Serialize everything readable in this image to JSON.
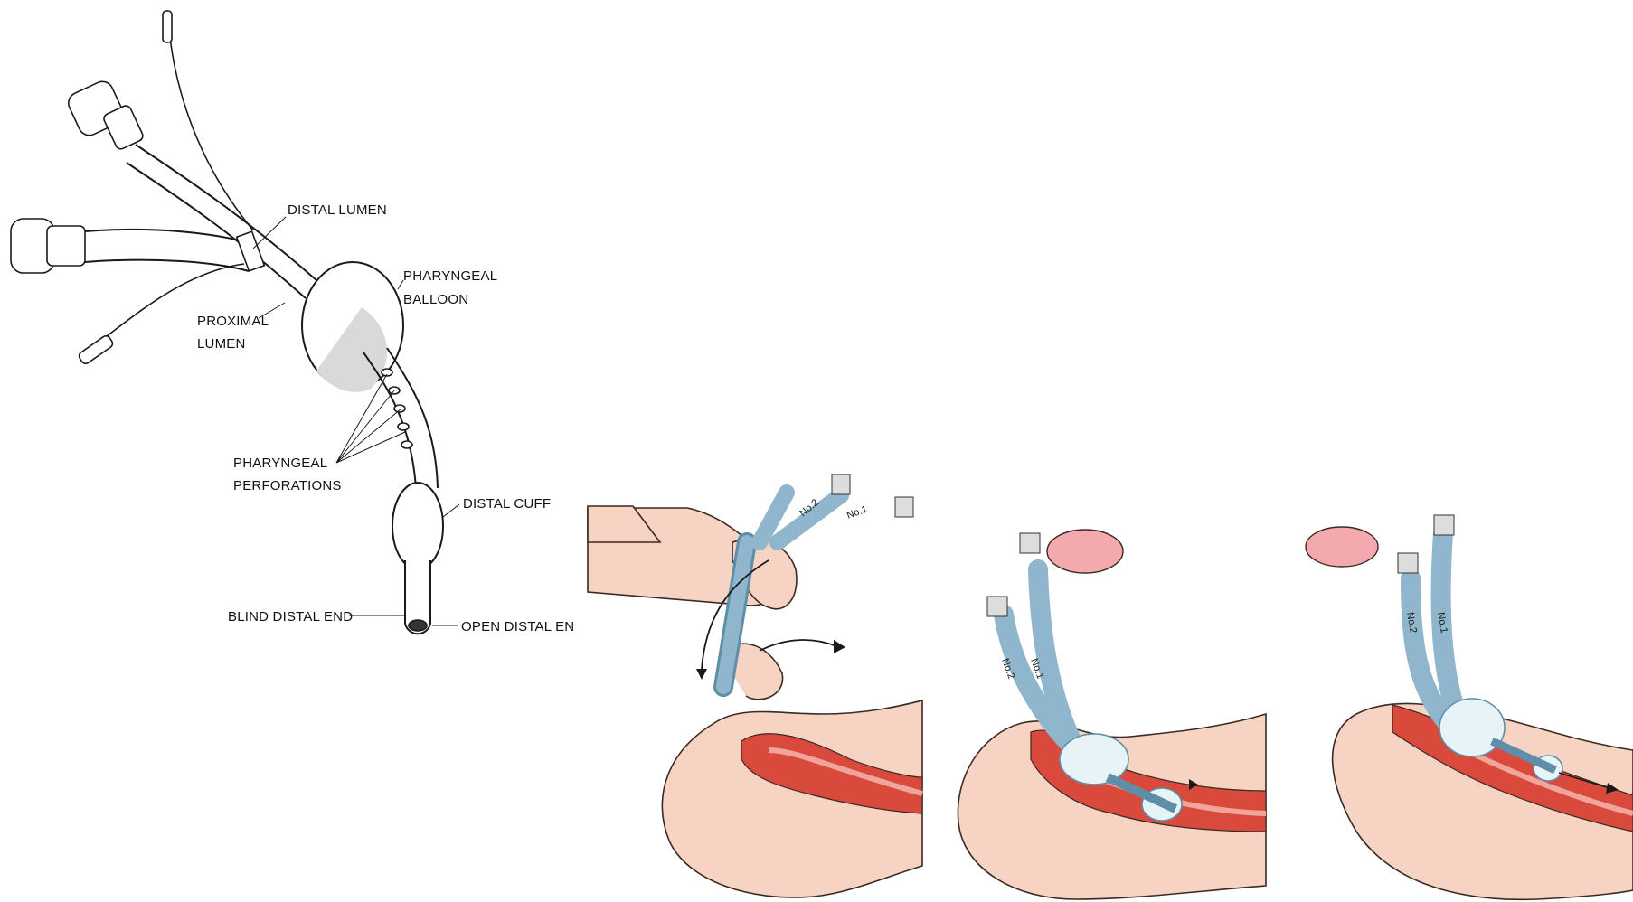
{
  "diagram": {
    "labels": {
      "distal_lumen": "DISTAL LUMEN",
      "proximal_lumen_1": "PROXIMAL",
      "proximal_lumen_2": "LUMEN",
      "pharyngeal_balloon_1": "PHARYNGEAL",
      "pharyngeal_balloon_2": "BALLOON",
      "pharyngeal_perforations_1": "PHARYNGEAL",
      "pharyngeal_perforations_2": "PERFORATIONS",
      "distal_cuff": "DISTAL CUFF",
      "blind_distal_end": "BLIND DISTAL END",
      "open_distal_end": "OPEN DISTAL EN"
    },
    "tube_markings": {
      "no1": "No.1",
      "no2": "No.2"
    },
    "colors": {
      "skin": "#f6d3c2",
      "skin_outline": "#3a2a24",
      "tissue_red": "#d94a3d",
      "tissue_pink": "#f0a59a",
      "tube_blue": "#8fb6cc",
      "tube_blue_dark": "#5f8fa8",
      "cuff_white": "#e8f3f8",
      "bag_pink": "#f3a9ae",
      "line_art": "#1a1a1a"
    }
  }
}
